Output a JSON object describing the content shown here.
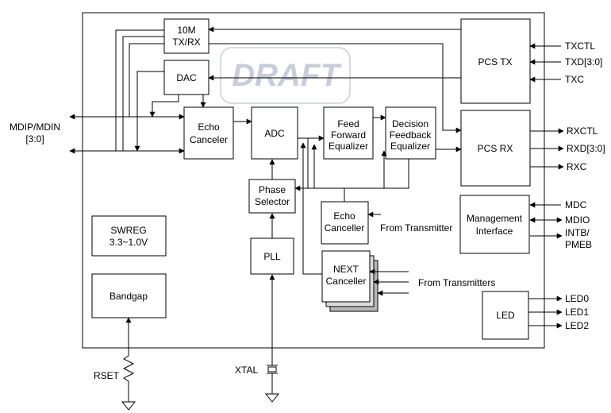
{
  "watermark": "DRAFT",
  "blocks": {
    "tx10m": [
      "10M",
      "TX/RX"
    ],
    "dac": [
      "DAC"
    ],
    "echo1": [
      "Echo",
      "Canceler"
    ],
    "adc": [
      "ADC"
    ],
    "ffe": [
      "Feed",
      "Forward",
      "Equalizer"
    ],
    "dfe": [
      "Decision",
      "Feedback",
      "Equalizer"
    ],
    "pcs_tx": [
      "PCS TX"
    ],
    "pcs_rx": [
      "PCS RX"
    ],
    "phase": [
      "Phase",
      "Selector"
    ],
    "echo2": [
      "Echo",
      "Canceller"
    ],
    "mgmt": [
      "Management",
      "Interface"
    ],
    "swreg": [
      "SWREG",
      "3.3~1.0V"
    ],
    "pll": [
      "PLL"
    ],
    "next": [
      "NEXT",
      "Canceller"
    ],
    "bandgap": [
      "Bandgap"
    ],
    "led": [
      "LED"
    ]
  },
  "labels": {
    "mdi": [
      "MDIP/MDIN",
      "[3:0]"
    ],
    "from_transmitter": "From Transmitter",
    "from_transmitters": "From Transmitters",
    "rset": "RSET",
    "xtal": "XTAL"
  },
  "pins": {
    "txctl": "TXCTL",
    "txd": "TXD[3:0]",
    "txc": "TXC",
    "rxctl": "RXCTL",
    "rxd": "RXD[3:0]",
    "rxc": "RXC",
    "mdc": "MDC",
    "mdio": "MDIO",
    "inte": "INTB/",
    "pmeb": "PMEB",
    "led0": "LED0",
    "led1": "LED1",
    "led2": "LED2"
  }
}
